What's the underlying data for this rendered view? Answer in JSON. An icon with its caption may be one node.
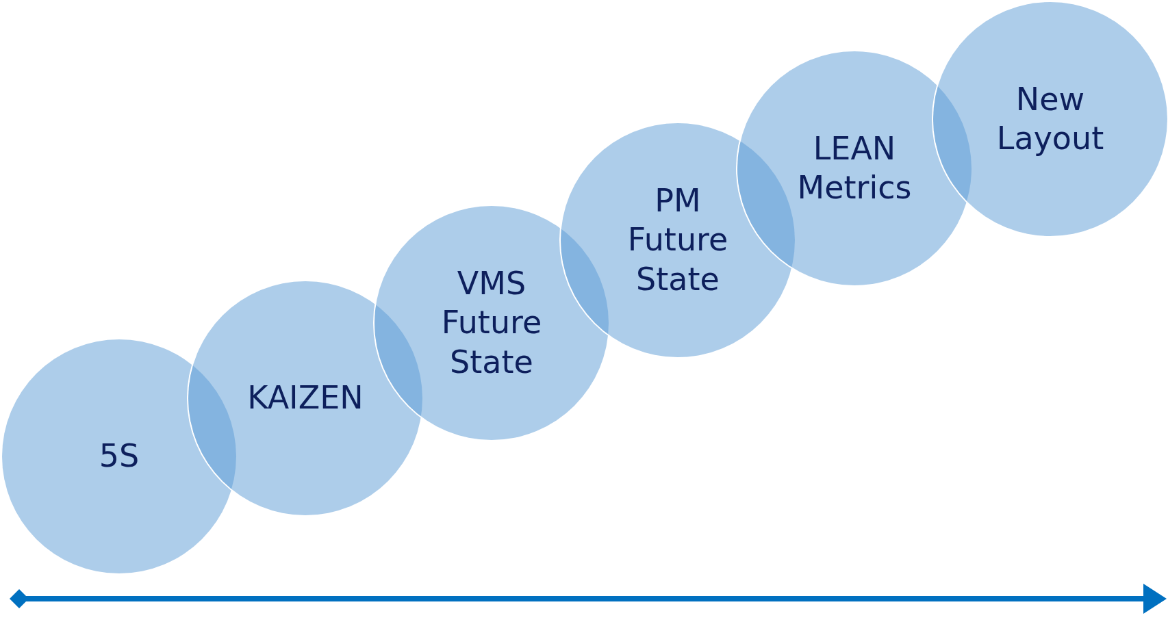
{
  "diagram": {
    "nodes": [
      {
        "text": [
          "5S"
        ]
      },
      {
        "text": [
          "KAIZEN"
        ]
      },
      {
        "text": [
          "VMS Future State"
        ]
      },
      {
        "text": [
          "PM Future State"
        ]
      },
      {
        "text": [
          "LEAN Metrics"
        ]
      },
      {
        "text": [
          "New Layout"
        ]
      }
    ]
  }
}
